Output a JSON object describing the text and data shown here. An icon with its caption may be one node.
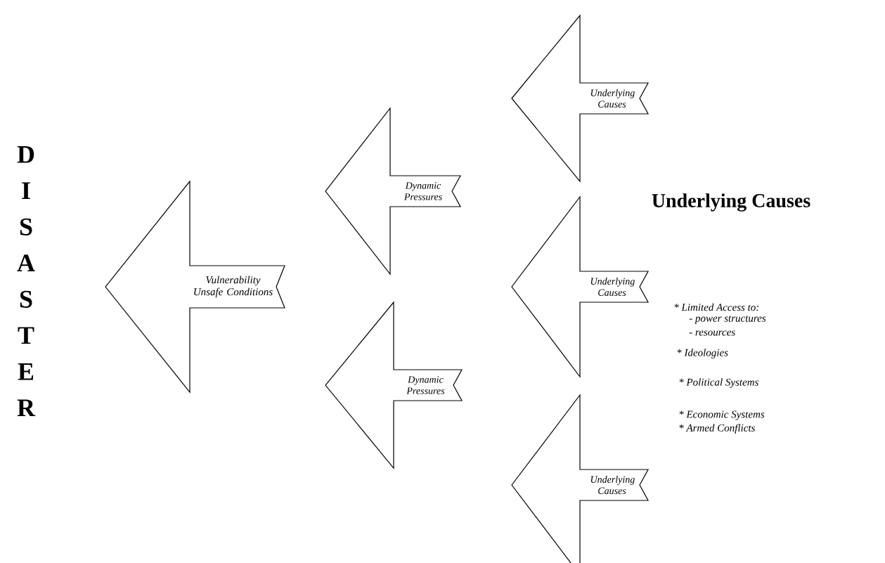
{
  "diagram": {
    "nodes": [
      {
        "text": [
          "Vulnerability Unsafe Conditions"
        ]
      },
      {
        "text": [
          "Dynamic Pressures"
        ]
      },
      {
        "text": [
          "Dynamic Pressures"
        ]
      },
      {
        "text": [
          "Underlying Causes"
        ]
      },
      {
        "text": [
          "Underlying Causes"
        ]
      },
      {
        "text": [
          "Underlying Causes"
        ]
      }
    ],
    "labels": [
      "DISASTER",
      "Underlying Causes",
      "* Limited Access to:",
      "- power structures",
      "- resources",
      "* Ideologies",
      "* Political Systems",
      "* Economic Systems",
      "* Armed Conflicts"
    ]
  }
}
